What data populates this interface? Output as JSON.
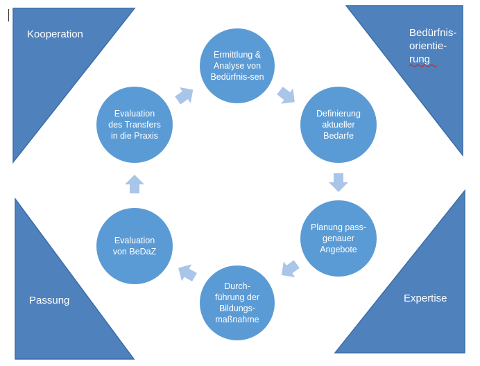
{
  "colors": {
    "shape_fill": "#4f81bd",
    "shape_stroke": "#3a6da8",
    "circle_fill": "#5b9bd5",
    "arrow_fill": "#a9c5e9",
    "text": "#ffffff",
    "spellcheck": "#d02020"
  },
  "corners": {
    "top_left": "Kooperation",
    "top_right": "Bedürfnis-\norientie-\nrung",
    "bottom_left": "Passung",
    "bottom_right": "Expertise"
  },
  "cycle": [
    "Ermittlung &\nAnalyse von\nBedürfnis-sen",
    "Definierung\naktueller\nBedarfe",
    "Planung pass-\ngenauer\nAngebote",
    "Durch-\nführung der\nBildungs-\nmaßnahme",
    "Evaluation\nvon BeDaZ",
    "Evaluation\ndes Transfers\nin die Praxis"
  ]
}
